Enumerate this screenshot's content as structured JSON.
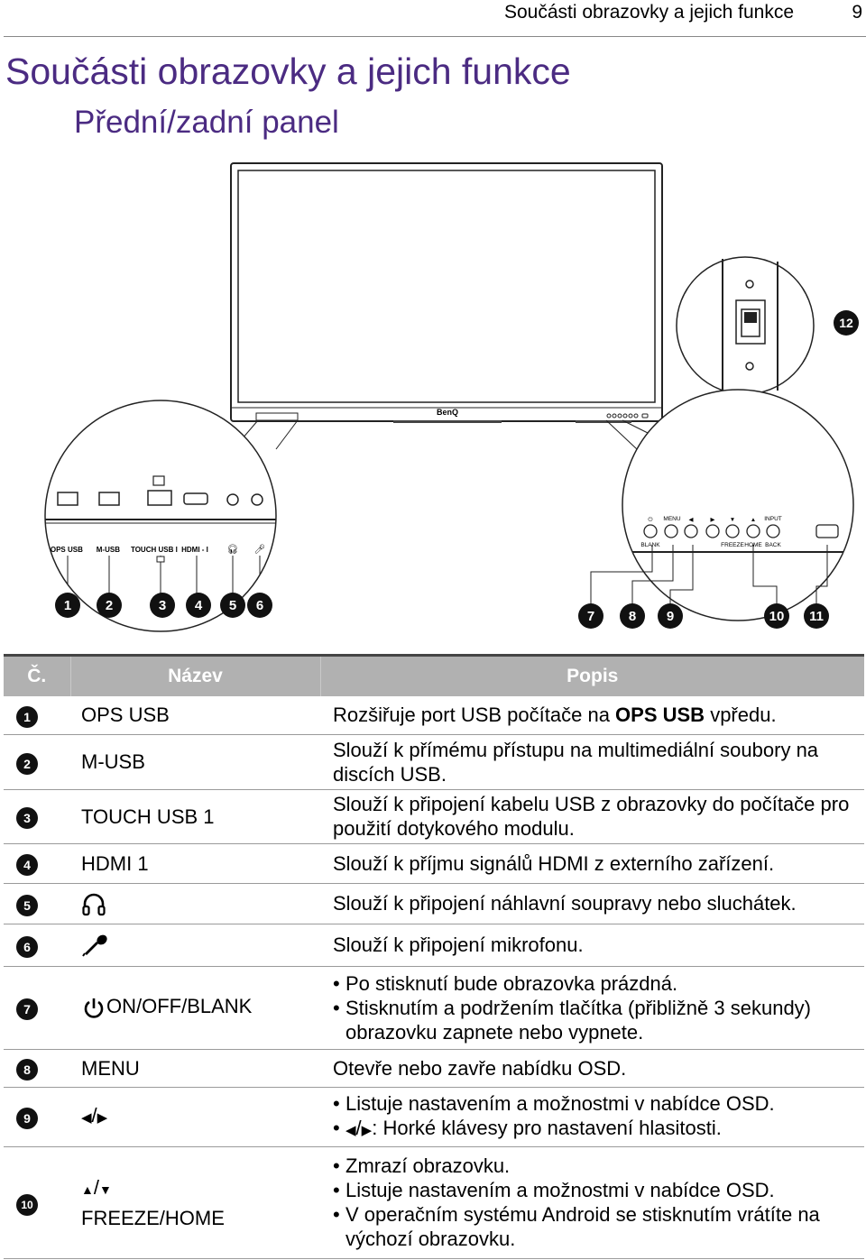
{
  "header": {
    "running_title": "Součásti obrazovky a jejich funkce",
    "page_number": "9"
  },
  "title": "Součásti obrazovky a jejich funkce",
  "subtitle": "Přední/zadní panel",
  "figure": {
    "brand": "BenQ",
    "left_callout": {
      "ports": [
        "OPS USB",
        "M-USB",
        "TOUCH USB I",
        "HDMI - I"
      ],
      "numbers": [
        "1",
        "2",
        "3",
        "4",
        "5",
        "6"
      ]
    },
    "right_callout": {
      "top_labels": [
        "MENU",
        "INPUT"
      ],
      "bottom_labels": [
        "BLANK",
        "FREEZE",
        "HOME",
        "BACK"
      ],
      "numbers": [
        "7",
        "8",
        "9",
        "10",
        "11"
      ]
    },
    "switch_number": "12"
  },
  "table": {
    "headers": [
      "Č.",
      "Název",
      "Popis"
    ],
    "rows": [
      {
        "no": "1",
        "name": "OPS USB",
        "desc_pre": "Rozšiřuje port USB počítače na ",
        "desc_bold": "OPS USB",
        "desc_post": " vpředu."
      },
      {
        "no": "2",
        "name": "M-USB",
        "desc": "Slouží k přímému přístupu na multimediální soubory na discích USB."
      },
      {
        "no": "3",
        "name": "TOUCH USB 1",
        "desc": "Slouží k připojení kabelu USB z obrazovky do počítače pro použití dotykového modulu."
      },
      {
        "no": "4",
        "name": "HDMI 1",
        "desc": "Slouží k příjmu signálů HDMI z externího zařízení."
      },
      {
        "no": "5",
        "icon": "headphones-icon",
        "desc": "Slouží k připojení náhlavní soupravy nebo sluchátek."
      },
      {
        "no": "6",
        "icon": "microphone-icon",
        "desc": "Slouží k připojení mikrofonu."
      },
      {
        "no": "7",
        "name": "ON/OFF/BLANK",
        "icon": "power-icon",
        "bullets": [
          "Po stisknutí bude obrazovka prázdná.",
          "Stisknutím a podržením tlačítka (přibližně 3 sekundy) obrazovku zapnete nebo vypnete."
        ]
      },
      {
        "no": "8",
        "name": "MENU",
        "desc": "Otevře nebo zavře nabídku OSD."
      },
      {
        "no": "9",
        "name": "/",
        "icon": "left-right-arrows-icon",
        "bullets": [
          "Listuje nastavením a možnostmi v nabídce OSD.",
          ": Horké klávesy pro nastavení hlasitosti."
        ],
        "bullet_prefix": "/"
      },
      {
        "no": "10",
        "name_line1": "/",
        "name_line2": "FREEZE/HOME",
        "icon": "up-down-arrows-icon",
        "bullets": [
          "Zmrazí obrazovku.",
          "Listuje nastavením a možnostmi v nabídce OSD.",
          "V operačním systému Android se stisknutím vrátíte na výchozí obrazovku."
        ]
      }
    ]
  }
}
